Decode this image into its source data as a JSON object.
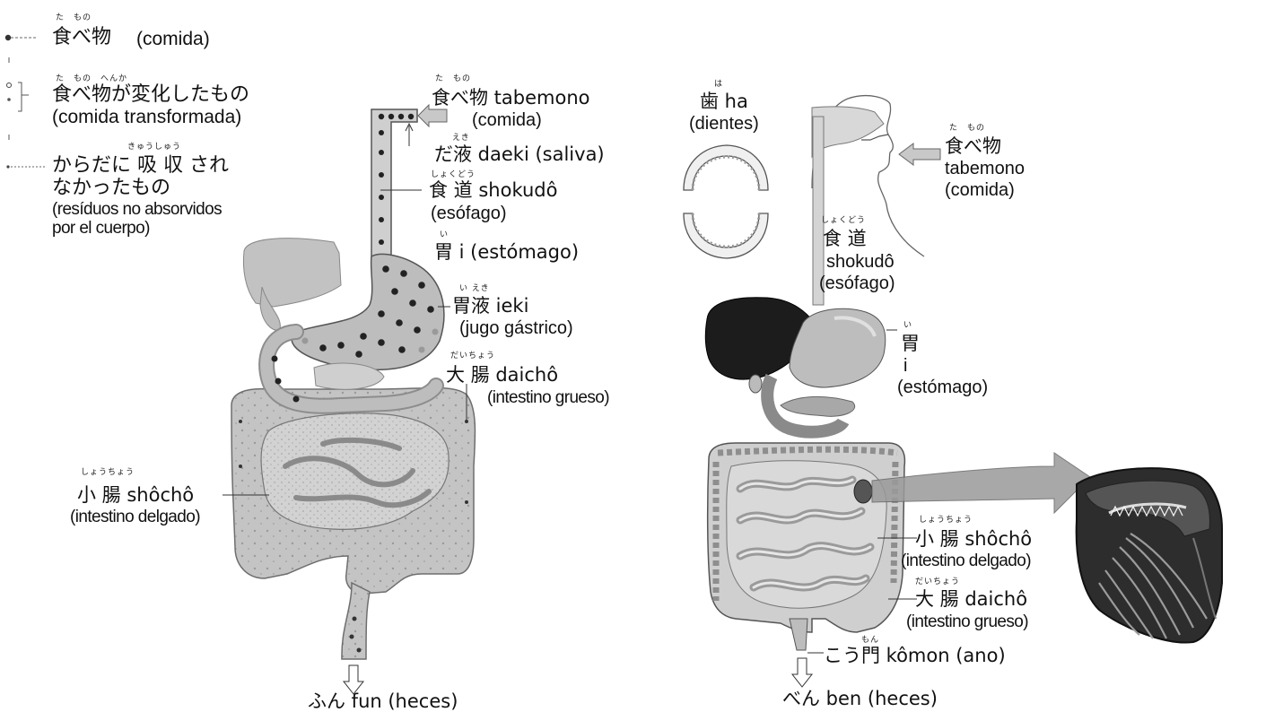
{
  "legend": {
    "food_furi": "た　もの",
    "food": "食べ物",
    "food_es": "(comida)",
    "transformed_furi": "た　もの　へんか",
    "transformed": "食べ物が変化したもの",
    "transformed_es": "(comida transformada)",
    "unabsorbed_furi": "きゅうしゅう",
    "unabsorbed_1": "からだに 吸 収 され",
    "unabsorbed_2": "なかったもの",
    "unabsorbed_es_1": "(resíduos no absorvidos",
    "unabsorbed_es_2": "por el cuerpo)"
  },
  "left_diagram": {
    "food_furi": "た　もの",
    "food": "食べ物 tabemono",
    "food_es": "(comida)",
    "saliva_furi": "えき",
    "saliva": "だ液 daeki (saliva)",
    "esophagus_furi": "しょくどう",
    "esophagus": "食 道  shokudô",
    "esophagus_es": "(esófago)",
    "stomach_furi": "い",
    "stomach": "胃  i (estómago)",
    "gastric_furi": "い えき",
    "gastric": "胃液  ieki",
    "gastric_es": "(jugo gástrico)",
    "large_int_furi": "だいちょう",
    "large_int": "大 腸  daichô",
    "large_int_es": "(intestino grueso)",
    "small_int_furi": "しょうちょう",
    "small_int": "小 腸  shôchô",
    "small_int_es": "(intestino delgado)",
    "feces": "ふん  fun (heces)"
  },
  "right_diagram": {
    "teeth_furi": "は",
    "teeth": "歯 ha",
    "teeth_es": "(dientes)",
    "food_furi": "た　もの",
    "food": "食べ物",
    "food_romaji": "tabemono",
    "food_es": "(comida)",
    "esophagus_furi": "しょくどう",
    "esophagus": "食 道",
    "esophagus_romaji": "shokudô",
    "esophagus_es": "(esófago)",
    "stomach_furi": "い",
    "stomach": "胃",
    "stomach_romaji": "i",
    "stomach_es": "(estómago)",
    "small_int_furi": "しょうちょう",
    "small_int": "小 腸  shôchô",
    "small_int_es": "(intestino delgado)",
    "large_int_furi": "だいちょう",
    "large_int": "大 腸  daichô",
    "large_int_es": "(intestino grueso)",
    "anus_furi": "もん",
    "anus": "こう門  kômon (ano)",
    "feces": "べん  ben (heces)"
  },
  "colors": {
    "organ_gray": "#b9b9b9",
    "organ_dark": "#8a8a8a",
    "liver_black": "#1c1c1c",
    "line": "#333333"
  }
}
